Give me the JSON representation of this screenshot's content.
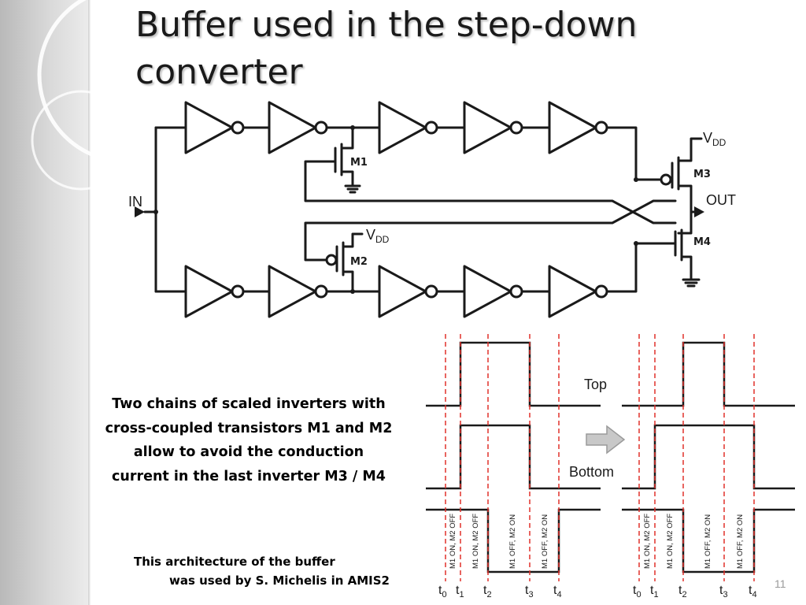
{
  "slide": {
    "title": "Buffer used in the step-down converter",
    "description": "Two chains of scaled inverters with cross-coupled transistors M1 and M2 allow to avoid the conduction current in the last inverter M3 / M4",
    "note_line1": "This architecture of the buffer",
    "note_line2": "was used by S. Michelis in AMIS2",
    "slide_number": "11"
  },
  "circuit": {
    "input_label": "IN",
    "output_label": "OUT",
    "vdd_label": "V",
    "vdd_sub": "DD",
    "m1": "M1",
    "m2": "M2",
    "m3": "M3",
    "m4": "M4"
  },
  "timing": {
    "top_label": "Top",
    "bottom_label": "Bottom",
    "t_main": "t",
    "t_subs": [
      "0",
      "1",
      "2",
      "3",
      "4"
    ],
    "phases": [
      "M1 ON, M2 OFF",
      "M1 ON, M2 OFF",
      "M1 OFF, M2 ON",
      "M1 OFF, M2 ON"
    ]
  },
  "colors": {
    "wire": "#1a1a1a",
    "marker": "#e0302a",
    "arrow": "#bcbcbc"
  }
}
